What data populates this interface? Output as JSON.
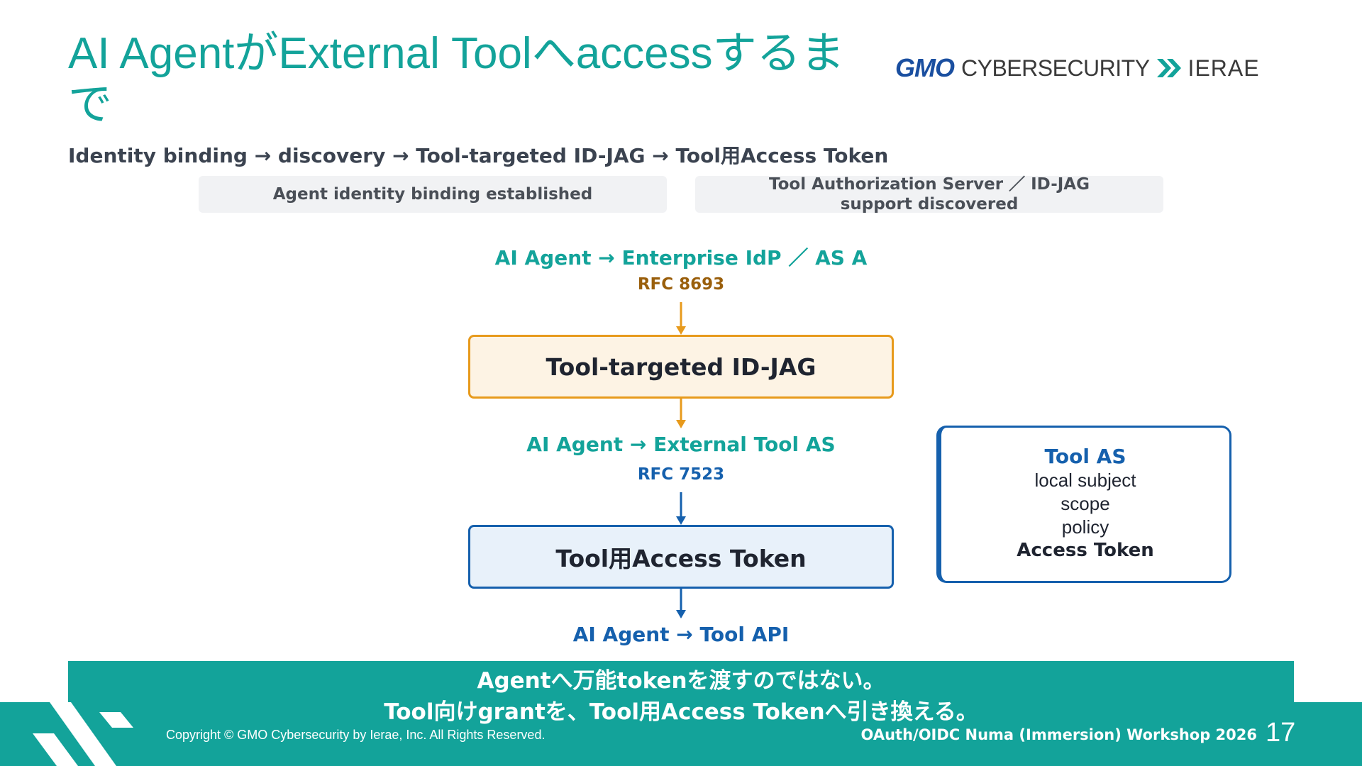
{
  "header": {
    "title": "AI AgentがExternal Toolへaccessするまで",
    "logo": {
      "gmo": "GMO",
      "cyber": "CYBERSECURITY",
      "ierae": "IERAE"
    },
    "subtitle": "Identity binding → discovery → Tool-targeted ID-JAG → Tool用Access Token"
  },
  "preconditions": [
    "Agent identity binding established",
    "Tool Authorization Server ／ ID-JAG support discovered"
  ],
  "flow": {
    "step1_label": "AI Agent → Enterprise IdP ／ AS A",
    "step1_rfc": "RFC 8693",
    "box1": "Tool-targeted ID-JAG",
    "step2_label": "AI Agent → External Tool AS",
    "step2_rfc": "RFC 7523",
    "box2": "Tool用Access Token",
    "step3_label": "AI Agent → Tool API"
  },
  "tool_as": {
    "title": "Tool AS",
    "lines": [
      "local subject",
      "scope",
      "policy"
    ],
    "bold_line": "Access Token"
  },
  "banner": {
    "line1": "Agentへ万能tokenを渡すのではない。",
    "line2": "Tool向けgrantを、Tool用Access Tokenへ引き換える。"
  },
  "footer": {
    "copyright": "Copyright © GMO Cybersecurity by Ierae, Inc. All Rights Reserved.",
    "event": "OAuth/OIDC Numa (Immersion) Workshop 2026",
    "page_number": "17"
  },
  "colors": {
    "teal": "#13a39a",
    "orange": "#e79a1c",
    "blue": "#1560ad",
    "rfc_brown": "#9a5f0c",
    "box1_fill": "#fdf3e4",
    "box2_fill": "#e8f1fa"
  },
  "icons": [
    "gmo-logo",
    "ierae-slash-icon",
    "footer-stripes-icon"
  ]
}
